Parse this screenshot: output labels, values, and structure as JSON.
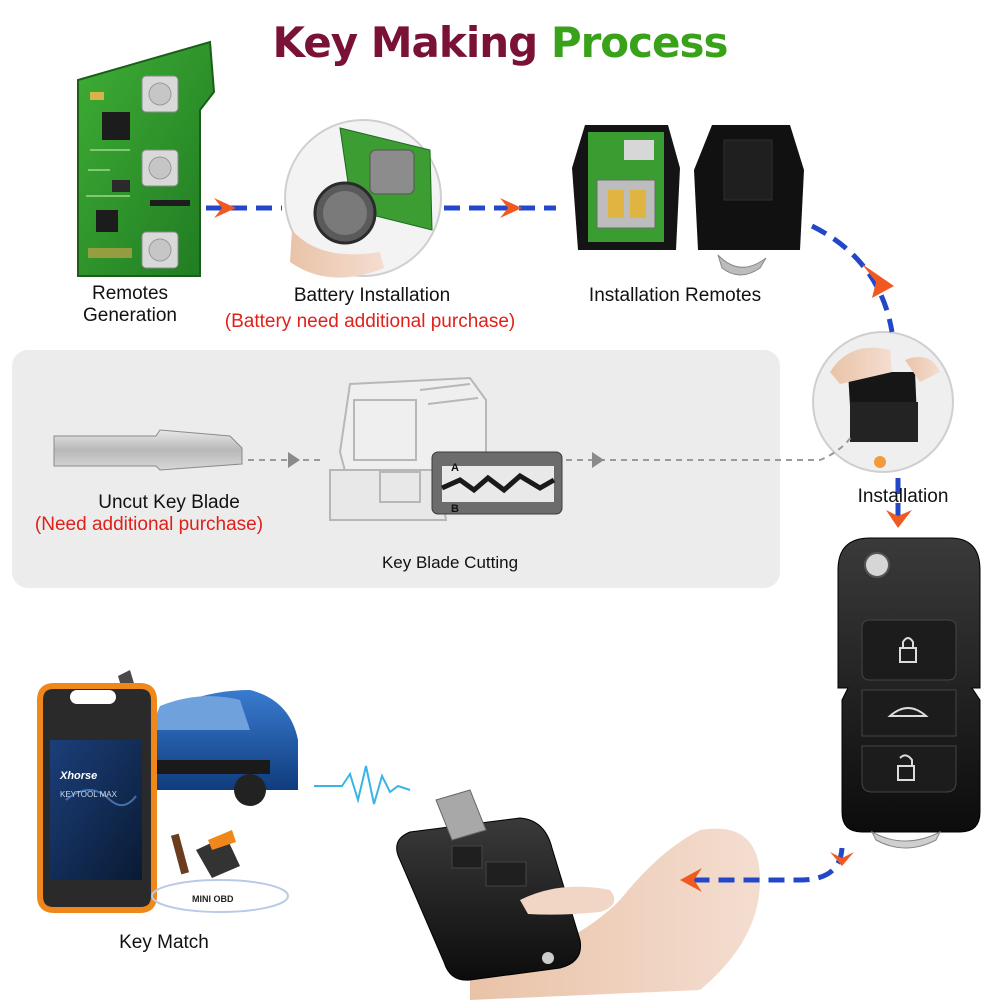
{
  "title": {
    "part1": "Key Making",
    "part2": "Process"
  },
  "colors": {
    "title_dark": "#7a1238",
    "title_green": "#3aa21a",
    "flow_blue": "#2347c9",
    "arrow_orange": "#f05a22",
    "note_red": "#e0201a",
    "panel_gray": "#ececec"
  },
  "steps": {
    "remotes_generation": {
      "line1": "Remotes",
      "line2": "Generation"
    },
    "battery_installation": {
      "label": "Battery Installation",
      "note": "(Battery need additional purchase)"
    },
    "installation_remotes": {
      "label": "Installation Remotes"
    },
    "installation": {
      "label": "Installation"
    },
    "uncut_blade": {
      "label": "Uncut Key  Blade",
      "note": "(Need additional purchase)"
    },
    "blade_cutting": {
      "label": "Key Blade Cutting",
      "marker_a": "A",
      "marker_b": "B"
    },
    "key_match": {
      "label": "Key Match"
    }
  },
  "device": {
    "brand": "Xhorse",
    "model": "KEYTOOL MAX",
    "adapter": "MINI OBD"
  },
  "icons": [
    "pcb-board",
    "coin-battery",
    "remote-shell",
    "folding-key",
    "key-cutting-machine",
    "key-programmer",
    "car",
    "hand"
  ]
}
